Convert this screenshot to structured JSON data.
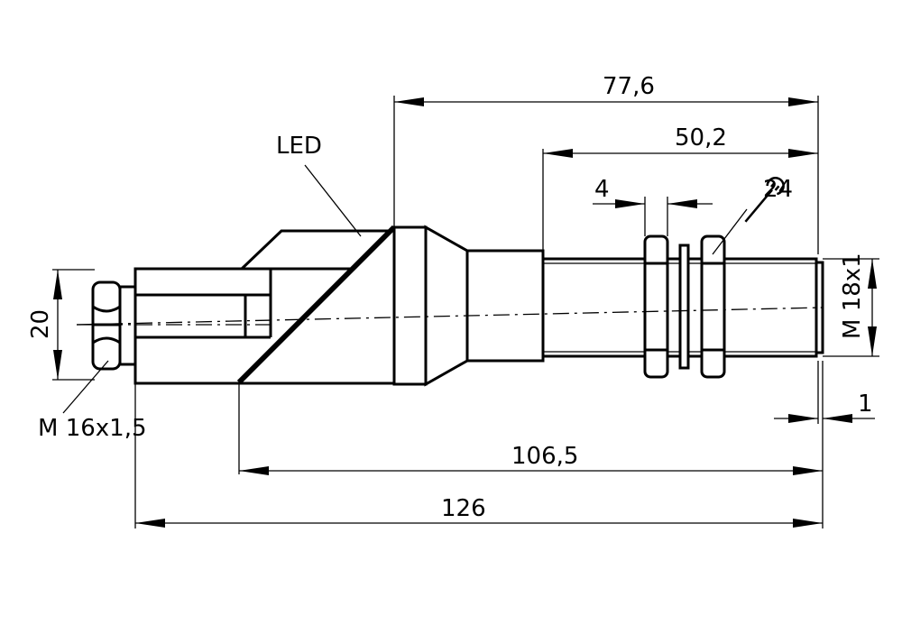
{
  "dimensions": {
    "overall_length": "126",
    "length_from_led_edge": "106,5",
    "length_sleeve_to_tip": "77,6",
    "thread_length": "50,2",
    "nut_thickness": "4",
    "tip_offset": "1",
    "connector_height": "20"
  },
  "labels": {
    "led": "LED",
    "wrench_size": "24",
    "connector_thread": "M 16x1,5",
    "sensor_thread": "M 18x1"
  },
  "icons": {
    "wrench": "wrench-icon"
  }
}
